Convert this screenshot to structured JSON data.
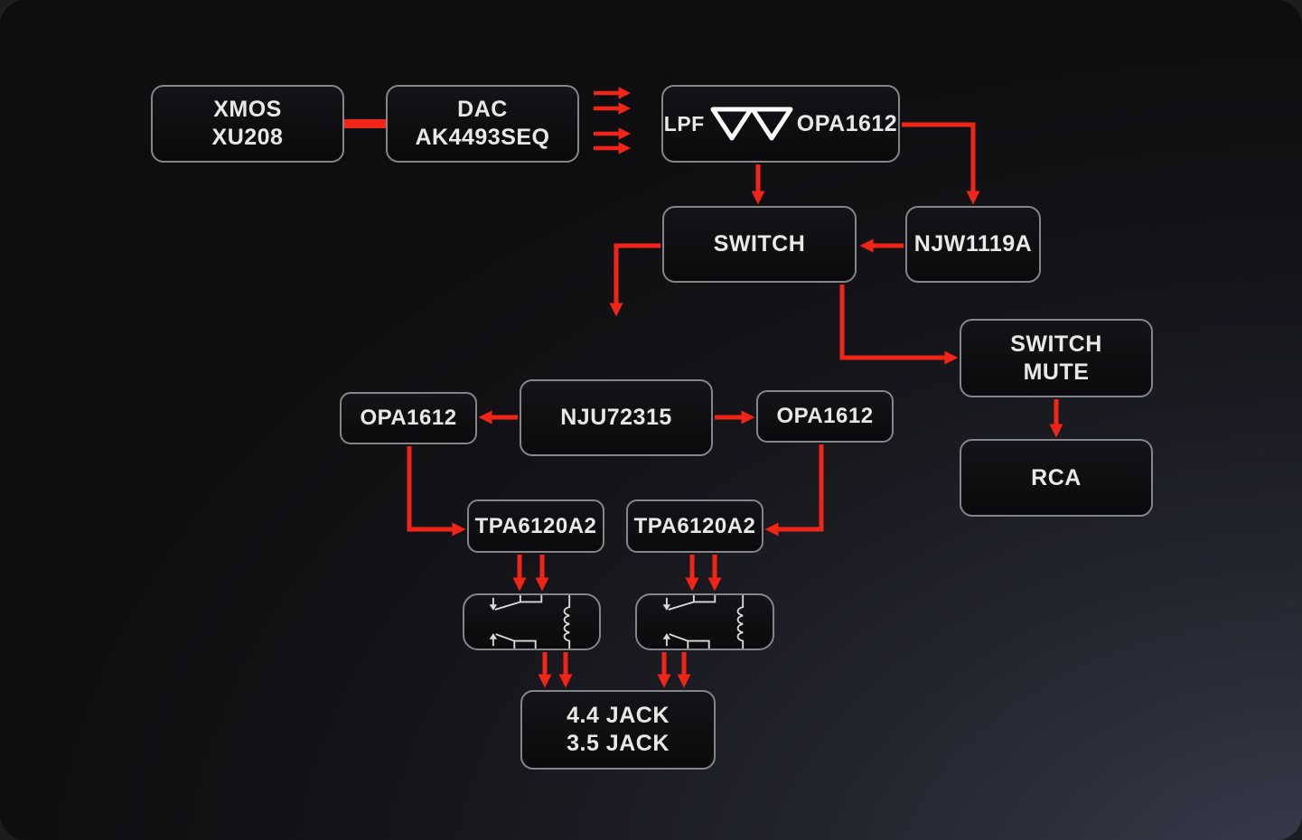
{
  "diagram": {
    "description": "Audio DAC signal path block diagram",
    "colors": {
      "arrow_red": "#f02517",
      "node_border": "#85858a",
      "node_fill": "#0c0c0f",
      "text": "#e8e8ea",
      "symbol_stroke": "#d9d9db"
    },
    "nodes": {
      "xmos": {
        "line1": "XMOS",
        "line2": "XU208"
      },
      "dac": {
        "line1": "DAC",
        "line2": "AK4493SEQ"
      },
      "lpf": {
        "prefix": "LPF",
        "chip": "OPA1612"
      },
      "switch": {
        "label": "SWITCH"
      },
      "njw": {
        "label": "NJW1119A"
      },
      "switch_mute": {
        "line1": "SWITCH",
        "line2": "MUTE"
      },
      "rca": {
        "label": "RCA"
      },
      "nju": {
        "label": "NJU72315"
      },
      "opa_left": {
        "label": "OPA1612"
      },
      "opa_right": {
        "label": "OPA1612"
      },
      "tpa_left": {
        "label": "TPA6120A2"
      },
      "tpa_right": {
        "label": "TPA6120A2"
      },
      "jack": {
        "line1": "4.4 JACK",
        "line2": "3.5 JACK"
      }
    },
    "edges": [
      {
        "from": "XMOS XU208",
        "to": "DAC AK4493SEQ",
        "style": "thick-bus"
      },
      {
        "from": "DAC AK4493SEQ",
        "to": "LPF OPA1612",
        "style": "four-parallel-arrows"
      },
      {
        "from": "LPF OPA1612",
        "to": "SWITCH",
        "style": "arrow"
      },
      {
        "from": "LPF OPA1612",
        "to": "NJW1119A",
        "style": "arrow"
      },
      {
        "from": "NJW1119A",
        "to": "SWITCH",
        "style": "arrow"
      },
      {
        "from": "SWITCH",
        "to": "NJU72315 (down-left)",
        "style": "arrow"
      },
      {
        "from": "SWITCH",
        "to": "SWITCH MUTE",
        "style": "arrow"
      },
      {
        "from": "SWITCH MUTE",
        "to": "RCA",
        "style": "arrow"
      },
      {
        "from": "NJU72315",
        "to": "OPA1612 (left)",
        "style": "arrow"
      },
      {
        "from": "NJU72315",
        "to": "OPA1612 (right)",
        "style": "arrow"
      },
      {
        "from": "OPA1612 (left)",
        "to": "TPA6120A2 (left)",
        "style": "arrow"
      },
      {
        "from": "OPA1612 (right)",
        "to": "TPA6120A2 (right)",
        "style": "arrow"
      },
      {
        "from": "TPA6120A2 (left)",
        "to": "relay (left)",
        "style": "double-arrow"
      },
      {
        "from": "TPA6120A2 (right)",
        "to": "relay (right)",
        "style": "double-arrow"
      },
      {
        "from": "relay (left)",
        "to": "4.4/3.5 JACK",
        "style": "double-arrow"
      },
      {
        "from": "relay (right)",
        "to": "4.4/3.5 JACK",
        "style": "double-arrow"
      }
    ]
  }
}
